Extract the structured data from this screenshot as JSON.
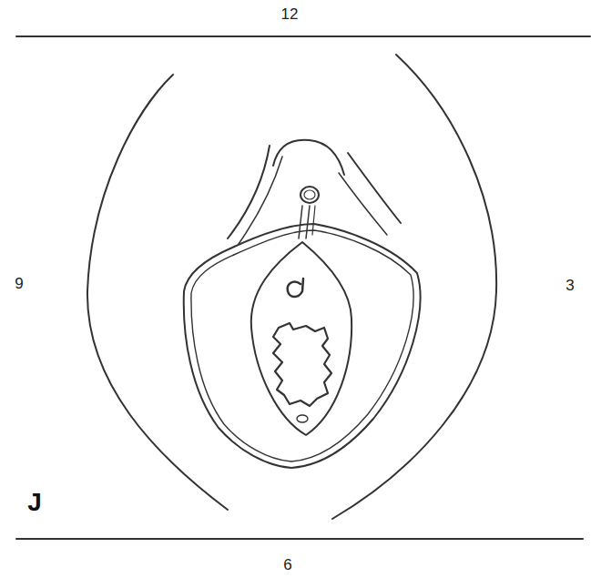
{
  "diagram": {
    "labels": [
      "12",
      "9",
      "3",
      "6",
      "J"
    ]
  }
}
